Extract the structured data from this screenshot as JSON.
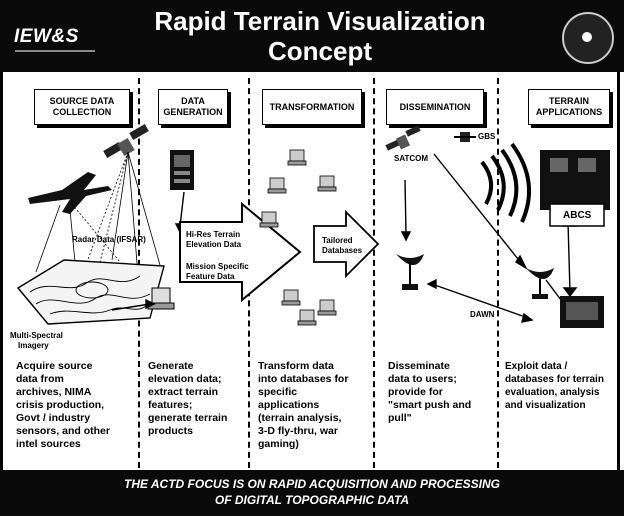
{
  "header": {
    "logo": "IEW&S",
    "title_line1": "Rapid Terrain Visualization",
    "title_line2": "Concept"
  },
  "stages": [
    {
      "label": "SOURCE DATA COLLECTION"
    },
    {
      "label": "DATA GENERATION"
    },
    {
      "label": "TRANSFORMATION"
    },
    {
      "label": "DISSEMINATION"
    },
    {
      "label": "TERRAIN APPLICATIONS"
    }
  ],
  "labels": {
    "radar": "Radar Data (IFSAR)",
    "multispectral_1": "Multi-Spectral",
    "multispectral_2": "Imagery",
    "arrow_line1": "Hi-Res Terrain",
    "arrow_line2": "Elevation Data",
    "arrow_line3": "Mission Specific",
    "arrow_line4": "Feature Data",
    "tailored_1": "Tailored",
    "tailored_2": "Databases",
    "satcom": "SATCOM",
    "gbs": "GBS",
    "dawn": "DAWN",
    "abcs": "ABCS"
  },
  "descriptions": [
    {
      "lines": [
        "Acquire source",
        "data from",
        "archives, NIMA",
        "crisis production,",
        "Govt / industry",
        "sensors, and other",
        "intel sources"
      ]
    },
    {
      "lines": [
        "Generate",
        "elevation data;",
        "extract terrain",
        "features;",
        "generate terrain",
        "products"
      ]
    },
    {
      "lines": [
        "Transform data",
        "into databases for",
        "specific",
        "applications",
        "(terrain analysis,",
        "3-D fly-thru, war",
        "gaming)"
      ]
    },
    {
      "lines": [
        "Disseminate",
        "data to users;",
        "provide for",
        "\"smart push and",
        "pull\""
      ]
    },
    {
      "lines": [
        "Exploit data /",
        "databases for terrain",
        "evaluation, analysis",
        "and visualization"
      ]
    }
  ],
  "footer": {
    "line1": "THE ACTD FOCUS IS ON RAPID ACQUISITION AND PROCESSING",
    "line2": "OF DIGITAL TOPOGRAPHIC DATA"
  }
}
